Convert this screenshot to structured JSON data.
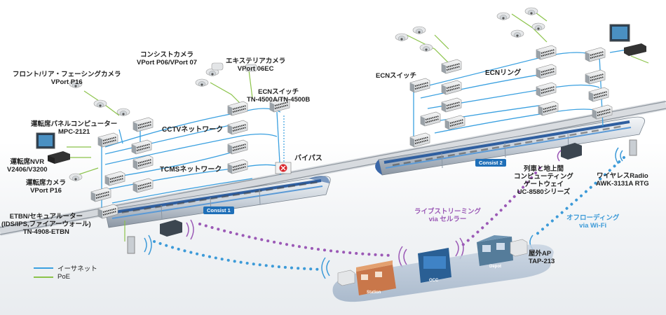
{
  "labels": {
    "front_rear_camera": [
      "フロント/リア・フェーシングカメラ",
      "VPort P16"
    ],
    "consist_camera": [
      "コンシストカメラ",
      "VPort P06/VPort 07"
    ],
    "exterior_camera": [
      "エキステリアカメラ",
      "VPort 06EC"
    ],
    "ecn_switch_left": [
      "ECNスイッチ",
      "TN-4500A/TN-4500B"
    ],
    "cab_panel": [
      "運転席パネルコンピューター",
      "MPC-2121"
    ],
    "cctv_network": "CCTVネットワーク",
    "cab_nvr": [
      "運転席NVR",
      "V2406/V3200"
    ],
    "tcms_network": "TCMSネットワーク",
    "bypass": "バイパス",
    "cab_camera": [
      "運転席カメラ",
      "VPort P16"
    ],
    "etbn": [
      "ETBN/セキュアルーター",
      "(IDS/IPS,ファイアーウォール)",
      "TN-4908-ETBN"
    ],
    "consist1": "Consist 1",
    "consist2": "Consist 2",
    "ecn_switch_right": "ECNスイッチ",
    "ecn_ring": "ECNリング",
    "gateway": [
      "列車と地上間",
      "コンピューティング",
      "ゲートウェイ",
      "UC-8580シリーズ"
    ],
    "wireless_radio": [
      "ワイヤレスRadio",
      "AWK-3131A RTG"
    ],
    "live_streaming": [
      "ライブストリーミング",
      "via セルラー"
    ],
    "offloading": [
      "オフローディング",
      "via Wi-Fi"
    ],
    "outdoor_ap": [
      "屋外AP",
      "TAP-213"
    ],
    "station": "Station",
    "occ": "OCC",
    "depot": "Depot"
  },
  "legend": [
    {
      "label": "イーサネット",
      "color": "#3aa0e0"
    },
    {
      "label": "PoE",
      "color": "#8bc34a"
    }
  ],
  "colors": {
    "ethernet": "#3aa0e0",
    "poe": "#8bc34a",
    "cellular": "#9b59b6",
    "wifi": "#3c9ad8",
    "badge": "#1f6fb8",
    "bypass_marker": "#d9262b"
  }
}
